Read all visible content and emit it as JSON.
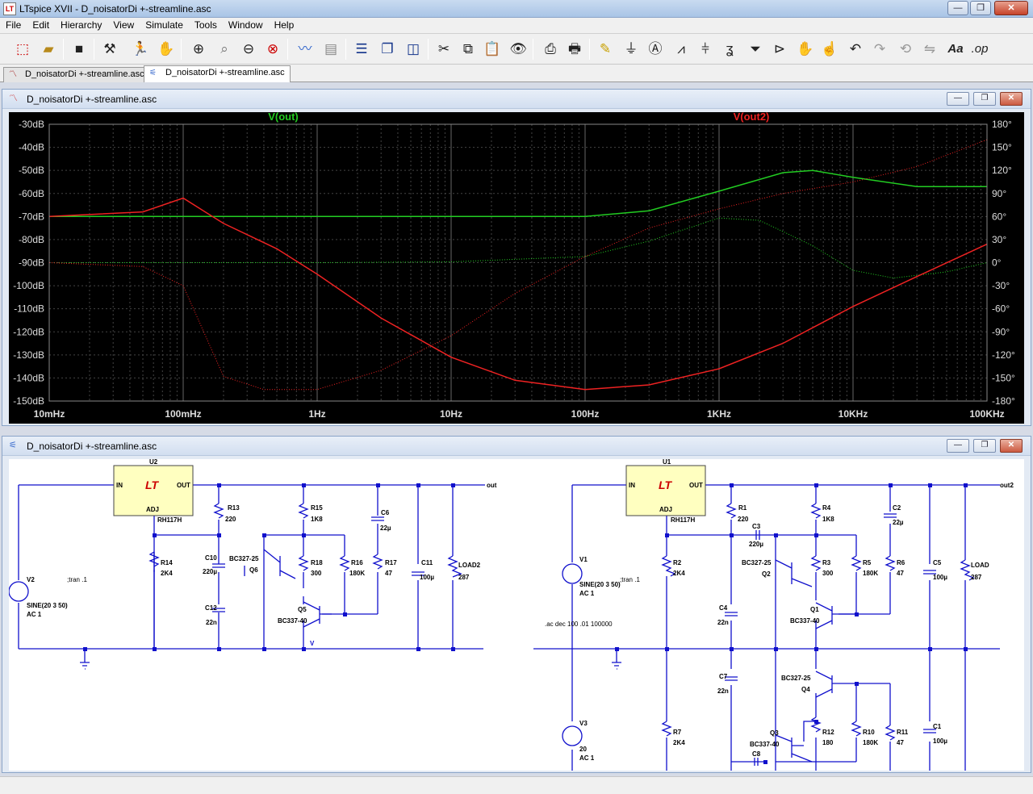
{
  "window": {
    "title": "LTspice XVII - D_noisatorDi +-streamline.asc",
    "app_icon": "LT",
    "buttons": {
      "minimize": "—",
      "maximize": "❐",
      "close": "✕"
    }
  },
  "menu": [
    "File",
    "Edit",
    "Hierarchy",
    "View",
    "Simulate",
    "Tools",
    "Window",
    "Help"
  ],
  "toolbar_icons": [
    "new-schematic-icon",
    "open-icon",
    "save-icon",
    "control-panel-icon",
    "run-icon",
    "halt-icon",
    "zoom-in-icon",
    "zoom-area-icon",
    "zoom-out-icon",
    "zoom-fit-icon",
    "autorange-icon",
    "pick-visible-icon",
    "tile-horizontal-icon",
    "cascade-icon",
    "tile-vertical-icon",
    "cut-icon",
    "copy-icon",
    "paste-icon",
    "find-icon",
    "print-icon",
    "print-setup-icon",
    "draw-wire-icon",
    "ground-icon",
    "label-net-icon",
    "resistor-icon",
    "capacitor-icon",
    "inductor-icon",
    "diode-icon",
    "component-icon",
    "move-icon",
    "drag-icon",
    "undo-icon",
    "redo-icon",
    "rotate-icon",
    "mirror-icon",
    "text-icon",
    "spice-directive-icon"
  ],
  "toolbar_glyphs": {
    "text": "Aa",
    "spice": ".op"
  },
  "tabs": [
    {
      "label": "D_noisatorDi +-streamline.asc",
      "active": false
    },
    {
      "label": "D_noisatorDi +-streamline.asc",
      "active": true
    }
  ],
  "plot_window": {
    "title": "D_noisatorDi +-streamline.asc",
    "traces": [
      {
        "name": "V(out)",
        "color": "#22cc22"
      },
      {
        "name": "V(out2)",
        "color": "#ee2222"
      }
    ],
    "left_axis_ticks": [
      "-30dB",
      "-40dB",
      "-50dB",
      "-60dB",
      "-70dB",
      "-80dB",
      "-90dB",
      "-100dB",
      "-110dB",
      "-120dB",
      "-130dB",
      "-140dB",
      "-150dB"
    ],
    "right_axis_ticks": [
      "180°",
      "150°",
      "120°",
      "90°",
      "60°",
      "30°",
      "0°",
      "-30°",
      "-60°",
      "-90°",
      "-120°",
      "-150°",
      "-180°"
    ],
    "x_axis_ticks": [
      "10mHz",
      "100mHz",
      "1Hz",
      "10Hz",
      "100Hz",
      "1KHz",
      "10KHz",
      "100KHz"
    ]
  },
  "chart_data": {
    "type": "line",
    "x_scale": "log",
    "xlim": [
      0.01,
      100000
    ],
    "ylim_left_dB": [
      -150,
      -30
    ],
    "ylim_right_deg": [
      -180,
      180
    ],
    "grid": true,
    "series": [
      {
        "name": "V(out)",
        "kind": "magnitude",
        "color": "#22cc22",
        "x": [
          0.01,
          0.1,
          1,
          10,
          100,
          300,
          1000,
          3000,
          5000,
          10000,
          30000,
          100000
        ],
        "y": [
          -70,
          -70,
          -70,
          -70,
          -70,
          -67.5,
          -59,
          -51,
          -50,
          -53,
          -57,
          -57
        ]
      },
      {
        "name": "V(out)",
        "kind": "phase",
        "color": "#22cc22",
        "x": [
          0.01,
          0.1,
          1,
          10,
          100,
          300,
          1000,
          2000,
          5000,
          10000,
          20000,
          50000,
          100000
        ],
        "y": [
          0,
          0,
          0,
          1,
          8,
          28,
          58,
          55,
          22,
          -10,
          -20,
          -12,
          0
        ]
      },
      {
        "name": "V(out2)",
        "kind": "magnitude",
        "color": "#ee2222",
        "x": [
          0.01,
          0.05,
          0.1,
          0.2,
          0.5,
          1,
          3,
          10,
          30,
          100,
          300,
          1000,
          3000,
          10000,
          30000,
          100000
        ],
        "y": [
          -70,
          -68,
          -62,
          -73,
          -84,
          -95,
          -114,
          -131,
          -141,
          -145,
          -143,
          -136,
          -125,
          -109,
          -96,
          -82
        ]
      },
      {
        "name": "V(out2)",
        "kind": "phase",
        "color": "#ee2222",
        "x": [
          0.01,
          0.05,
          0.1,
          0.2,
          0.4,
          1,
          3,
          10,
          30,
          100,
          300,
          1000,
          3000,
          10000,
          30000,
          100000
        ],
        "y": [
          0,
          -5,
          -30,
          -148,
          -165,
          -165,
          -140,
          -95,
          -40,
          8,
          45,
          70,
          90,
          105,
          125,
          160
        ]
      }
    ]
  },
  "schematic_window": {
    "title": "D_noisatorDi +-streamline.asc",
    "left": {
      "ic_ref": "U2",
      "ic_model": "RH117H",
      "ic_pins": {
        "in": "IN",
        "out": "OUT",
        "adj": "ADJ"
      },
      "ic_logo": "LT",
      "out_label": "out",
      "net_label_v": "V",
      "source_ref": "V2",
      "source_value": "SINE(20 3 50)",
      "source_ac": "AC 1",
      "directive": ";tran .1",
      "q6": "Q6",
      "q6_model": "BC327-25",
      "q5": "Q5",
      "q5_model": "BC337-40",
      "parts": [
        {
          "ref": "R13",
          "val": "220"
        },
        {
          "ref": "R14",
          "val": "2K4"
        },
        {
          "ref": "C10",
          "val": "220µ"
        },
        {
          "ref": "C12",
          "val": "22n"
        },
        {
          "ref": "R15",
          "val": "1K8"
        },
        {
          "ref": "R18",
          "val": "300"
        },
        {
          "ref": "R16",
          "val": "180K"
        },
        {
          "ref": "C6",
          "val": "22µ"
        },
        {
          "ref": "R17",
          "val": "47"
        },
        {
          "ref": "C11",
          "val": "100µ"
        },
        {
          "ref": "LOAD2",
          "val": "287"
        }
      ]
    },
    "right": {
      "ic_ref": "U1",
      "ic_model": "RH117H",
      "ic_pins": {
        "in": "IN",
        "out": "OUT",
        "adj": "ADJ"
      },
      "ic_logo": "LT",
      "out_label": "out2",
      "v1_ref": "V1",
      "v1_value": "SINE(20 3 50)",
      "v1_ac": "AC 1",
      "directive": ";tran .1",
      "ac_directive": ".ac dec 100 .01 100000",
      "v3_ref": "V3",
      "v3_value": "20",
      "v3_ac": "AC 1",
      "q2": "Q2",
      "q2_model": "BC327-25",
      "q1": "Q1",
      "q1_model": "BC337-40",
      "q4": "Q4",
      "q4_model": "BC327-25",
      "q3": "Q3",
      "q3_model": "BC337-40",
      "parts": [
        {
          "ref": "R1",
          "val": "220"
        },
        {
          "ref": "C3",
          "val": "220µ"
        },
        {
          "ref": "R4",
          "val": "1K8"
        },
        {
          "ref": "C2",
          "val": "22µ"
        },
        {
          "ref": "R2",
          "val": "2K4"
        },
        {
          "ref": "R3",
          "val": "300"
        },
        {
          "ref": "R5",
          "val": "180K"
        },
        {
          "ref": "R6",
          "val": "47"
        },
        {
          "ref": "C5",
          "val": "100µ"
        },
        {
          "ref": "LOAD",
          "val": "287"
        },
        {
          "ref": "C4",
          "val": "22n"
        },
        {
          "ref": "C7",
          "val": "22n"
        },
        {
          "ref": "R7",
          "val": "2K4"
        },
        {
          "ref": "R12",
          "val": "180"
        },
        {
          "ref": "R10",
          "val": "180K"
        },
        {
          "ref": "R11",
          "val": "47"
        },
        {
          "ref": "C1",
          "val": "100µ"
        },
        {
          "ref": "C8",
          "val": ""
        }
      ]
    }
  }
}
